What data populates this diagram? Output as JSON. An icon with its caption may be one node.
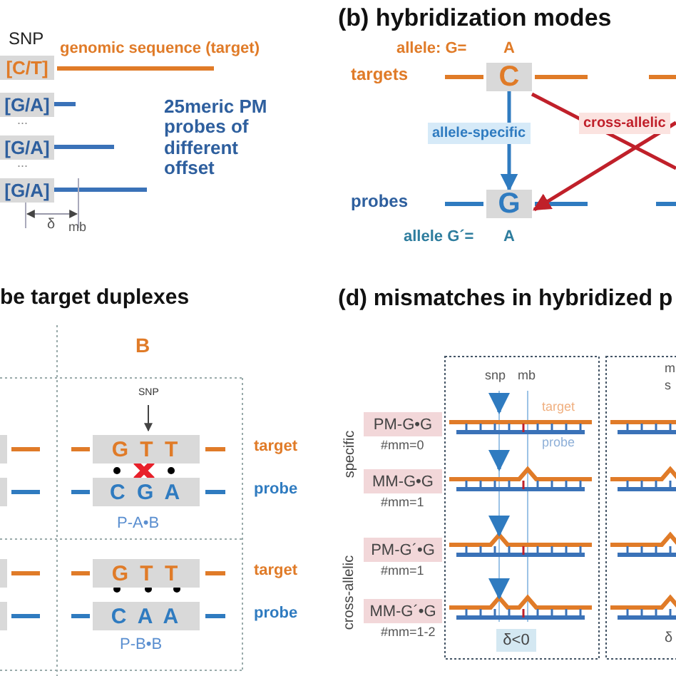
{
  "diagram": {
    "nodes": [
      {
        "text": [
          "[C/T]"
        ]
      },
      {
        "text": [
          "[G/A]"
        ]
      },
      {
        "text": [
          "[G/A]"
        ]
      },
      {
        "text": [
          "[G/A]"
        ]
      },
      {
        "text": [
          "C"
        ]
      },
      {
        "text": [
          "G"
        ]
      },
      {
        "text": [
          "G T T"
        ]
      },
      {
        "text": [
          "C G A"
        ]
      },
      {
        "text": [
          "G T T"
        ]
      },
      {
        "text": [
          "C A A"
        ]
      },
      {
        "text": [
          "PM-G•G"
        ],
        "beside": [
          "#mm=0"
        ]
      },
      {
        "text": [
          "MM-G•G"
        ],
        "beside": [
          "#mm=1"
        ]
      },
      {
        "text": [
          "PM-G´•G"
        ],
        "beside": [
          "#mm=1"
        ]
      },
      {
        "text": [
          "MM-G´•G"
        ],
        "beside": [
          "#mm=1-2"
        ]
      },
      {
        "text": [
          "δ<0"
        ]
      }
    ],
    "edges": [
      {
        "from": 4,
        "to": 5,
        "arrow": "to",
        "label": "allele-specific",
        "color": "#2f7bc0"
      },
      {
        "from": 4,
        "to": null,
        "arrow": "none",
        "label": "cross-allelic",
        "color": "#c0202a"
      },
      {
        "from": null,
        "to": 5,
        "arrow": "to",
        "color": "#c0202a"
      }
    ],
    "labels": [
      "SNP",
      "genomic sequence (target)",
      "...",
      "...",
      "25meric PM probes of different offset",
      "δ",
      "mb",
      "(b) hybridization modes",
      "allele: G=",
      "A",
      "targets",
      "probes",
      "allele G´=",
      "A",
      "be target duplexes",
      "(d) mismatches in hybridized p",
      "B",
      "SNP",
      "target",
      "probe",
      "P-A•B",
      "target",
      "probe",
      "P-B•B",
      "specific",
      "cross-allelic",
      "snp",
      "mb",
      "target",
      "probe",
      "m",
      "s",
      "δ"
    ]
  }
}
